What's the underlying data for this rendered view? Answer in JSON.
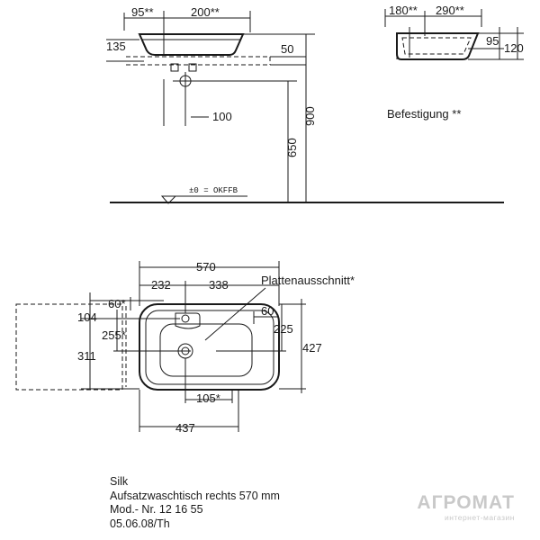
{
  "dimensions": {
    "front_95": "95**",
    "front_200": "200**",
    "front_135": "135",
    "front_50": "50",
    "front_100": "100",
    "front_900": "900",
    "front_650": "650",
    "floor_ref": "±0 = OKFFB",
    "side_180": "180**",
    "side_290": "290**",
    "side_95": "95",
    "side_120": "120",
    "top_570": "570",
    "top_232": "232",
    "top_338": "338",
    "top_60_left": "60*",
    "top_60_right": "60",
    "top_104": "104",
    "top_255": "255*",
    "top_225": "225",
    "top_427": "427",
    "top_311": "311",
    "top_105": "105*",
    "top_437": "437"
  },
  "labels": {
    "fastening": "Befestigung **",
    "plate_cutout": "Plattenausschnitt*"
  },
  "product": {
    "name": "Silk",
    "description": "Aufsatzwaschtisch rechts 570 mm",
    "model": "Mod.- Nr. 12 16 55",
    "date": "05.06.08/Th"
  },
  "watermark": {
    "brand": "АГРОМАТ",
    "tagline": "интернет-магазин"
  }
}
